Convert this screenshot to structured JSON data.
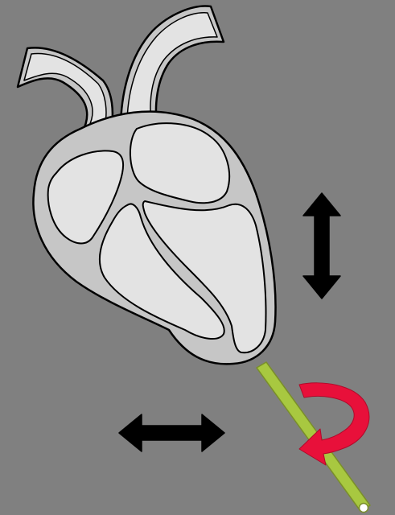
{
  "diagram": {
    "background_color": "#808080",
    "heart": {
      "outer_fill": "#c6c6c6",
      "chamber_fill": "#e3e3e3",
      "stroke": "#000000",
      "chambers": [
        "right-atrium",
        "left-atrium",
        "right-ventricle",
        "left-ventricle"
      ],
      "vessels": [
        "left-vessel",
        "right-vessel"
      ]
    },
    "arrows": {
      "vertical_double_arrow": {
        "icon": "vertical-double-arrow-icon",
        "color": "#000000"
      },
      "horizontal_double_arrow": {
        "icon": "horizontal-double-arrow-icon",
        "color": "#000000"
      },
      "rotation_arrow": {
        "icon": "rotation-arrow-icon",
        "color": "#e8103a"
      }
    },
    "probe": {
      "icon": "probe-rod-icon",
      "color": "#a8c840",
      "tip_color": "#ffffff"
    }
  }
}
